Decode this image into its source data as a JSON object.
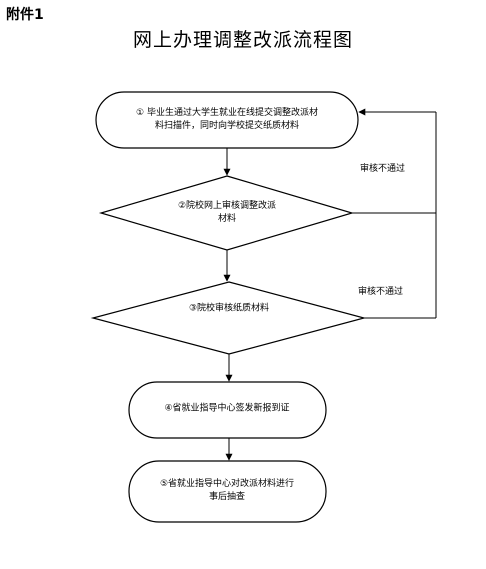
{
  "header": {
    "attachment": "附件1",
    "title": "网上办理调整改派流程图"
  },
  "flow": {
    "step1": {
      "line1": "①  毕业生通过大学生就业在线提交调整改派材",
      "line2": "料扫描件，同时向学校提交纸质材料"
    },
    "step2": {
      "line1": "②院校网上审核调整改派",
      "line2": "材料"
    },
    "step3": {
      "line1": "③院校审核纸质材料"
    },
    "step4": {
      "line1": "④省就业指导中心签发新报到证"
    },
    "step5": {
      "line1": "⑤省就业指导中心对改派材料进行",
      "line2": "事后抽查"
    },
    "reject_label_1": "审核不通过",
    "reject_label_2": "审核不通过"
  }
}
